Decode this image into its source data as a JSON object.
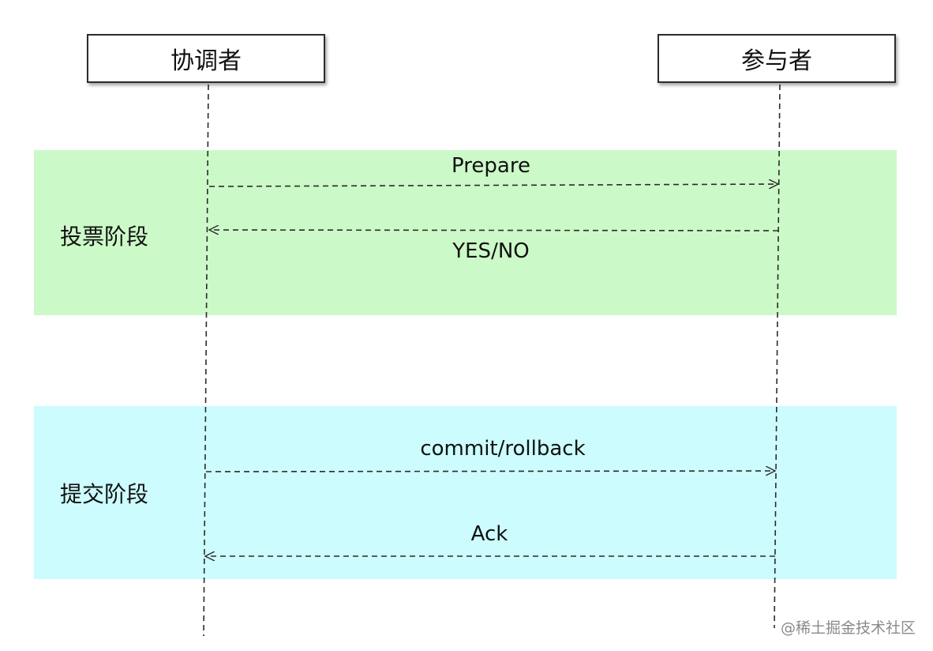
{
  "actors": {
    "coordinator": "协调者",
    "participant": "参与者"
  },
  "phases": {
    "vote": "投票阶段",
    "commit": "提交阶段"
  },
  "messages": {
    "prepare": "Prepare",
    "yes_no": "YES/NO",
    "commit_rollback": "commit/rollback",
    "ack": "Ack"
  },
  "watermark": "@稀土掘金技术社区",
  "colors": {
    "vote_band": "#ccf9c8",
    "commit_band": "#ccfcfd",
    "line": "#2b2b2b"
  }
}
